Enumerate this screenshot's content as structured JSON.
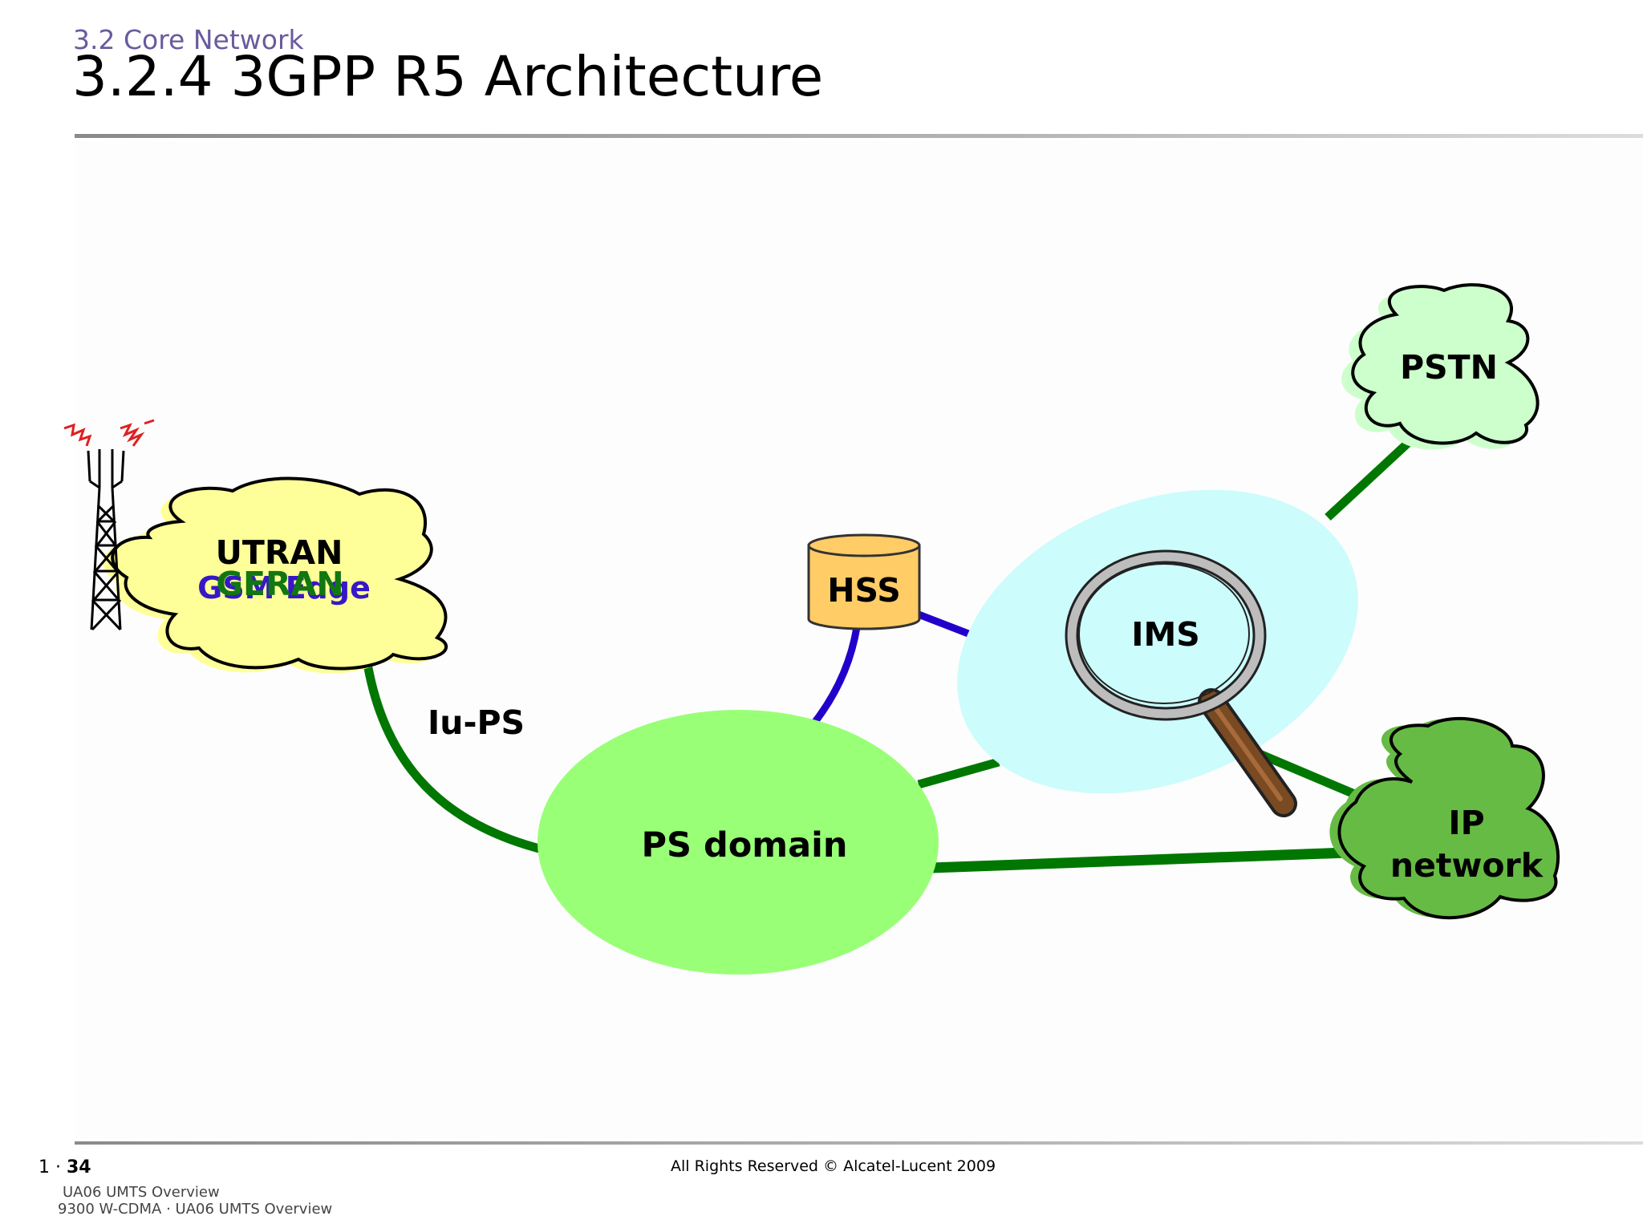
{
  "header": {
    "section": "3.2 Core Network",
    "title": "3.2.4 3GPP R5 Architecture"
  },
  "diagram": {
    "nodes": {
      "utran": "UTRAN",
      "geran": "GERAN",
      "geran_overlap": "GSM Edge",
      "ps_domain": "PS domain",
      "hss": "HSS",
      "ims": "IMS",
      "pstn": "PSTN",
      "ip_network_line1": "IP",
      "ip_network_line2": "network"
    },
    "links": {
      "iu_ps": "Iu-PS"
    },
    "colors": {
      "utran_cloud": "#ffff99",
      "ps_domain": "#99ff77",
      "ims_region": "#ccfcfc",
      "hss": "#ffcc66",
      "pstn_cloud": "#ccffcc",
      "ip_cloud": "#66bb44",
      "link_green": "#007700",
      "link_blue": "#2200cc",
      "geran_text": "#117711"
    }
  },
  "footer": {
    "page_prefix": "1 · ",
    "page_number": "34",
    "copyright": "All Rights Reserved © Alcatel-Lucent 2009",
    "course_line1": "UA06 UMTS Overview",
    "course_line2": "9300 W-CDMA · UA06 UMTS Overview"
  }
}
